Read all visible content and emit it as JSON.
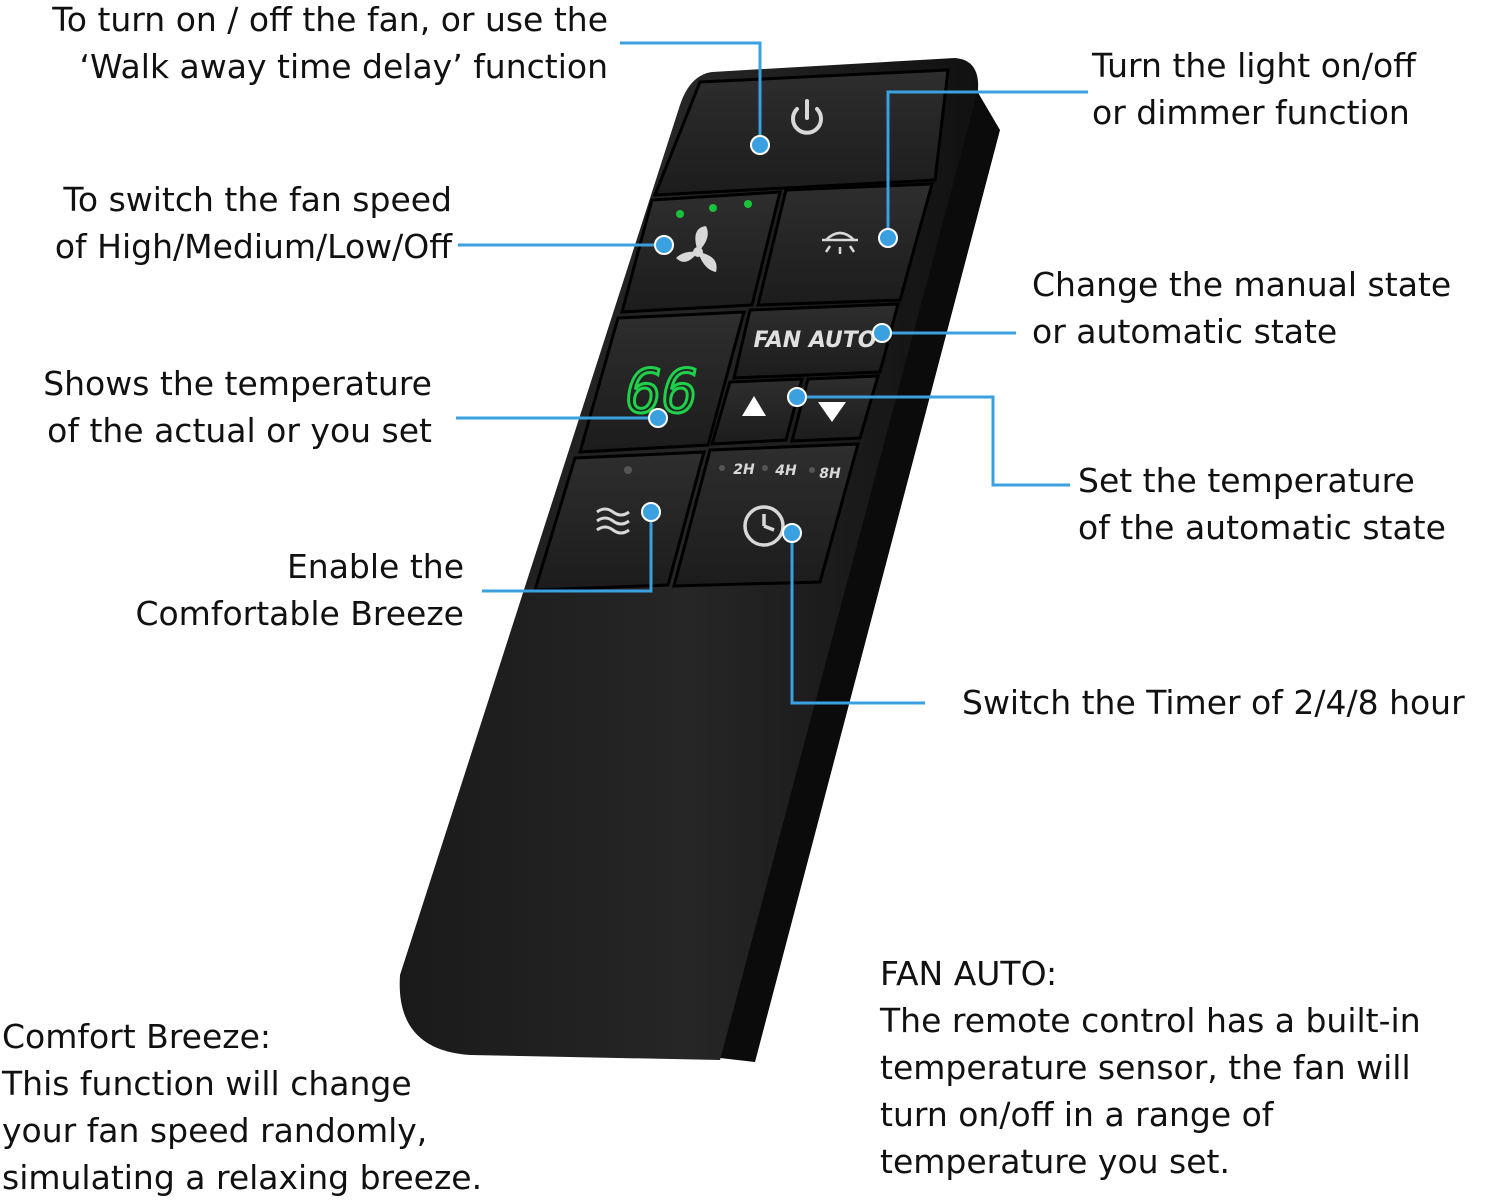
{
  "accent_color": "#3aa0e0",
  "remote": {
    "display_value": "66",
    "fan_auto_label": "FAN AUTO",
    "timer_labels": [
      "2H",
      "4H",
      "8H"
    ],
    "icons": [
      "power-icon",
      "fan-icon",
      "light-icon",
      "breeze-icon",
      "timer-icon",
      "up-arrow-icon",
      "down-arrow-icon"
    ]
  },
  "callouts": {
    "power": [
      "To turn on / off the fan, or use the",
      "‘Walk away time delay’    function"
    ],
    "fan_speed": [
      "To switch the fan speed",
      "of High/Medium/Low/Off"
    ],
    "temp_display": [
      "Shows the temperature",
      "of the actual or you set"
    ],
    "breeze": [
      "Enable the",
      "Comfortable Breeze"
    ],
    "light": [
      "Turn the light on/off",
      "or dimmer function"
    ],
    "fan_auto": [
      "Change the manual state",
      "or automatic state"
    ],
    "set_temp": [
      "Set the temperature",
      "of the automatic state"
    ],
    "timer": [
      "Switch the Timer of 2/4/8 hour"
    ]
  },
  "notes": {
    "comfort": [
      "Comfort Breeze:",
      "This function will change",
      "your fan speed randomly,",
      "simulating a relaxing breeze."
    ],
    "fan_auto": [
      "FAN AUTO:",
      "The remote control has a built-in",
      "temperature sensor, the fan will",
      "turn on/off in a range of",
      "temperature you set."
    ]
  }
}
